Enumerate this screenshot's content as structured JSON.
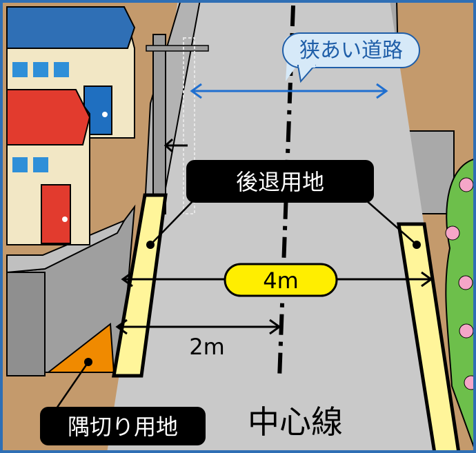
{
  "labels": {
    "narrow_road": "狭あい道路",
    "setback_land": "後退用地",
    "width_4m": "4m",
    "half_width_2m": "2m",
    "corner_cut_land": "隅切り用地",
    "center_line": "中心線"
  },
  "colors": {
    "frame": "#2f6fb5",
    "dirt": "#c49a6c",
    "road": "#c9c9c9",
    "setback_fill": "#fff59a",
    "corner_cut_fill": "#f08a00",
    "label_bg": "#000000",
    "callout_bg": "#d6e9f8",
    "callout_text": "#1f5ea8",
    "pill_yellow": "#ffee00"
  },
  "icons": [
    "left-arrow-icon",
    "flower-icon"
  ]
}
